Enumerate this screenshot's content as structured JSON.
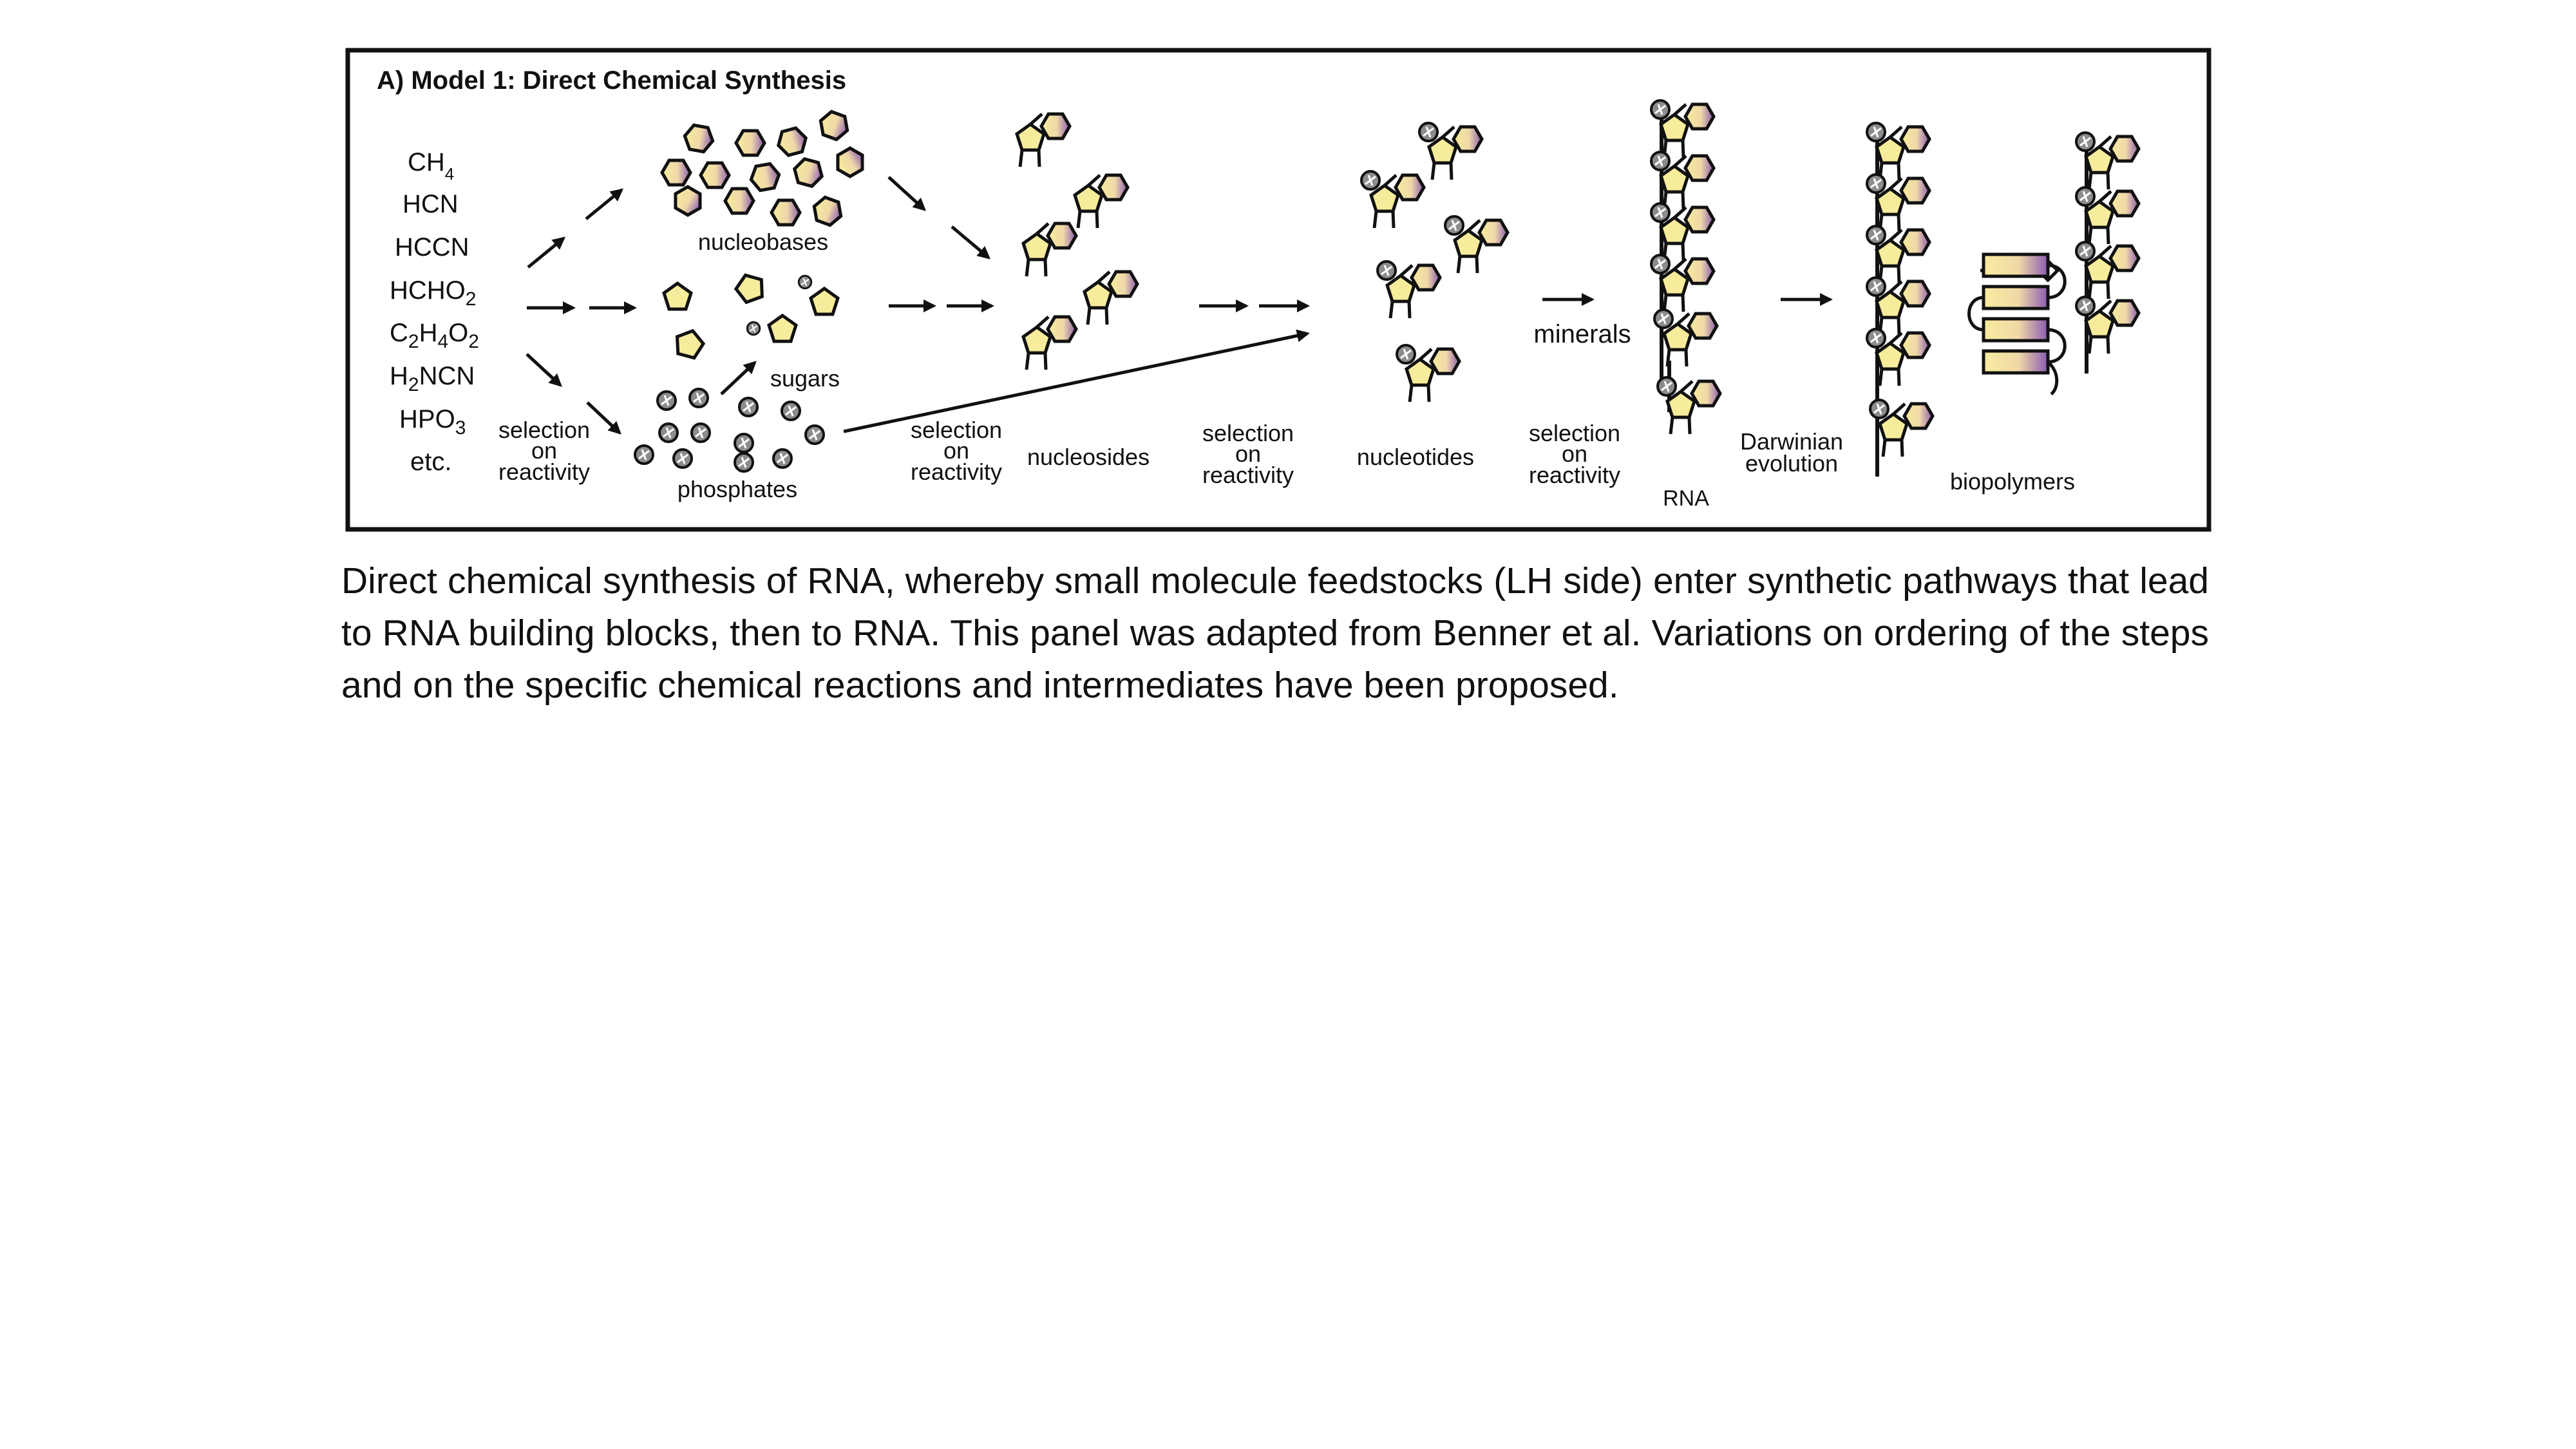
{
  "panel": {
    "title": "A) Model 1: Direct Chemical Synthesis",
    "feedstocks": [
      "CH",
      "4",
      "HCN",
      "HCCN",
      "HCHO",
      "2",
      "C",
      "2",
      "H",
      "4",
      "O",
      "2",
      "H",
      "2",
      "NCN",
      "HPO",
      "3",
      "etc."
    ],
    "labels": {
      "nucleobases": "nucleobases",
      "sugars": "sugars",
      "phosphates": "phosphates",
      "nucleosides": "nucleosides",
      "nucleotides": "nucleotides",
      "minerals": "minerals",
      "rna": "RNA",
      "darwinian_1": "Darwinian",
      "darwinian_2": "evolution",
      "biopolymers": "biopolymers",
      "selection_1": "selection",
      "selection_2": "on",
      "selection_3": "reactivity"
    },
    "colors": {
      "ring_fill": "#f7ec9c",
      "ring_accent": "#8a5bb0",
      "stroke": "#111111"
    }
  },
  "caption": "Direct chemical synthesis of RNA, whereby small molecule feedstocks (LH side) enter synthetic pathways that lead to RNA building blocks, then to RNA. This panel was adapted from Benner et al. Variations on ordering of the steps and on the specific chemical reactions and intermediates have been proposed."
}
